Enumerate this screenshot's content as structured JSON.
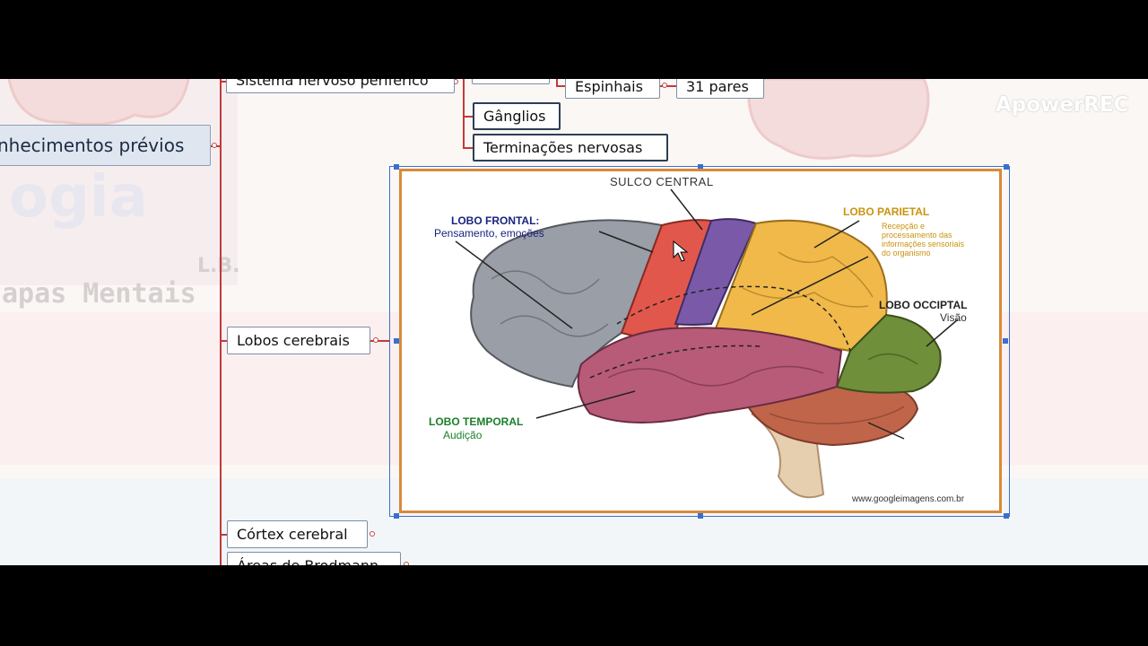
{
  "watermark": "ApowerREC",
  "background": {
    "logo_fragment": "ogia",
    "initials": "L.B.",
    "subtitle_fragment": "apas Mentais"
  },
  "mindmap": {
    "central_topic": "nhecimentos prévios",
    "top_partial_node": "Sistema nervoso periférico",
    "nodes": {
      "espinhais": "Espinhais",
      "pares": "31 pares",
      "ganglios": "Gânglios",
      "terminacoes": "Terminações nervosas",
      "lobos": "Lobos cerebrais",
      "cortex": "Córtex cerebral",
      "brodmann": "Áreas de Brodmann"
    }
  },
  "brain_image": {
    "sulco_central": "SULCO CENTRAL",
    "frontal_title": "LOBO FRONTAL:",
    "frontal_desc": "Pensamento, emoções",
    "parietal_title": "LOBO PARIETAL",
    "parietal_desc": [
      "Recepção e",
      "processamento das",
      "informações sensoriais",
      "do organismo"
    ],
    "occipital_title": "LOBO OCCIPTAL",
    "occipital_desc": "Visão",
    "temporal_title": "LOBO TEMPORAL",
    "temporal_desc": "Audição",
    "source": "www.googleimagens.com.br"
  },
  "colors": {
    "frontal": "#9a9ea6",
    "motor": "#e2574c",
    "sensory": "#7a5aa8",
    "parietal": "#f0b94a",
    "occipital": "#6f8f3a",
    "temporal": "#b85b78",
    "cerebellum": "#c0654a",
    "frame": "#d98a3a",
    "selection": "#3a6fcf"
  }
}
